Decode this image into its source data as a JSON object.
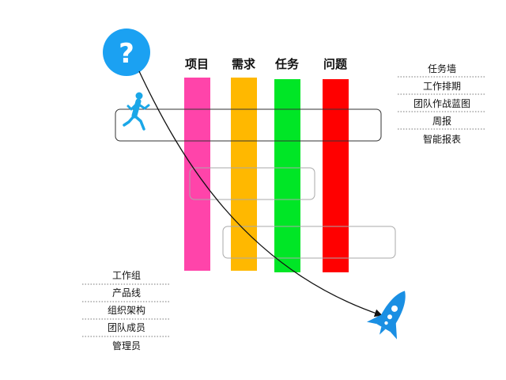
{
  "columns": [
    {
      "label": "项目",
      "color": "#ff44aa"
    },
    {
      "label": "需求",
      "color": "#ffb800"
    },
    {
      "label": "任务",
      "color": "#00e626"
    },
    {
      "label": "问题",
      "color": "#ff0000"
    }
  ],
  "right_list": [
    "任务墙",
    "工作排期",
    "团队作战蓝图",
    "周报",
    "智能报表"
  ],
  "left_list": [
    "工作组",
    "产品线",
    "组织架构",
    "团队成员",
    "管理员"
  ],
  "question_symbol": "?",
  "colors": {
    "accent_blue": "#1ba1f2",
    "runner_blue": "#1aa7e8",
    "rocket_blue": "#1a8fe3",
    "frame_stroke": "#333333",
    "frame_stroke_light": "#aaaaaa",
    "arrow": "#111111"
  },
  "icons": {
    "start": "question-circle-icon",
    "person": "runner-icon",
    "goal": "rocket-icon"
  }
}
